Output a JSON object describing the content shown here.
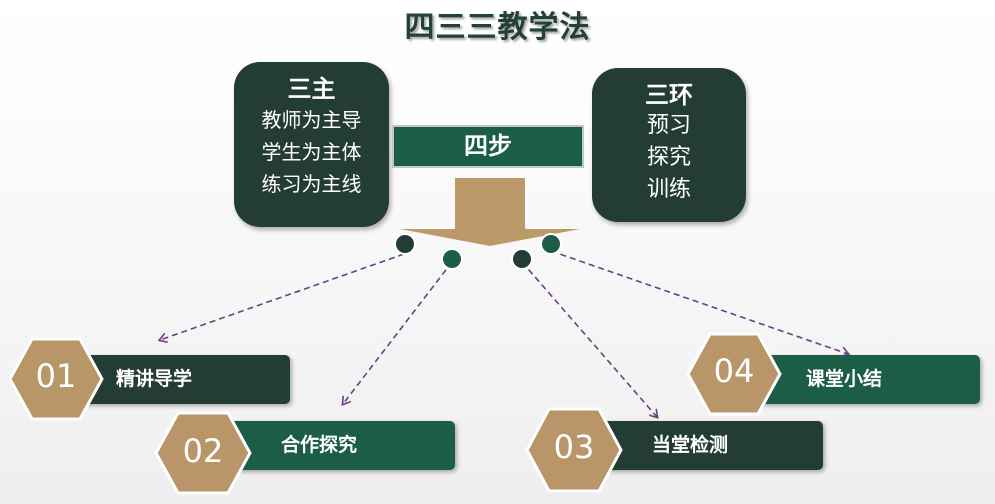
{
  "title": "四三三教学法",
  "left_box": {
    "heading": "三主",
    "lines": [
      "教师为主导",
      "学生为主体",
      "练习为主线"
    ]
  },
  "right_box": {
    "heading": "三环",
    "lines": [
      "预习",
      "探究",
      "训练"
    ]
  },
  "center_label": "四步",
  "steps": [
    {
      "number": "01",
      "label": "精讲导学"
    },
    {
      "number": "02",
      "label": "合作探究"
    },
    {
      "number": "03",
      "label": "当堂检测"
    },
    {
      "number": "04",
      "label": "课堂小结"
    }
  ],
  "colors": {
    "dark_green": "#233d35",
    "mid_green": "#1b5d47",
    "tan": "#b8966a",
    "arrow": "#bb9968",
    "dashed": "#6b3f84"
  }
}
